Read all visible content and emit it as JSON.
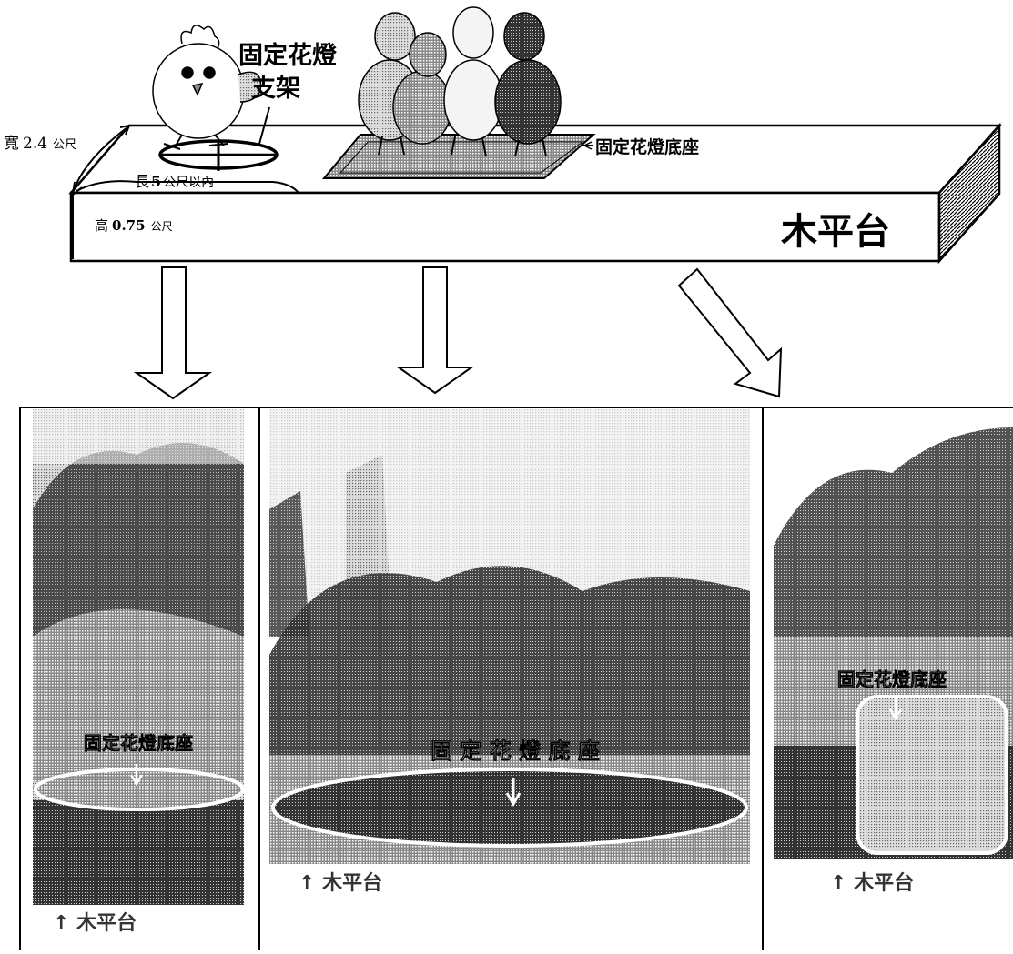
{
  "platform": {
    "name": "木平台",
    "width_label": "寬",
    "width_value": "2.4",
    "width_unit": "公尺",
    "length_label": "長",
    "length_value": "5",
    "length_unit": "公尺以內",
    "height_label": "高",
    "height_value": "0.75",
    "height_unit": "公尺"
  },
  "labels": {
    "bracket_line1": "固定花燈",
    "bracket_line2": "支架",
    "base": "固定花燈底座"
  },
  "photos": [
    {
      "base_label": "固定花燈底座",
      "platform_label": "↑ 木平台"
    },
    {
      "base_label": "固 定 花 燈 底 座",
      "platform_label": "↑ 木平台"
    },
    {
      "base_label": "固定花燈底座",
      "platform_label": "↑ 木平台"
    }
  ]
}
